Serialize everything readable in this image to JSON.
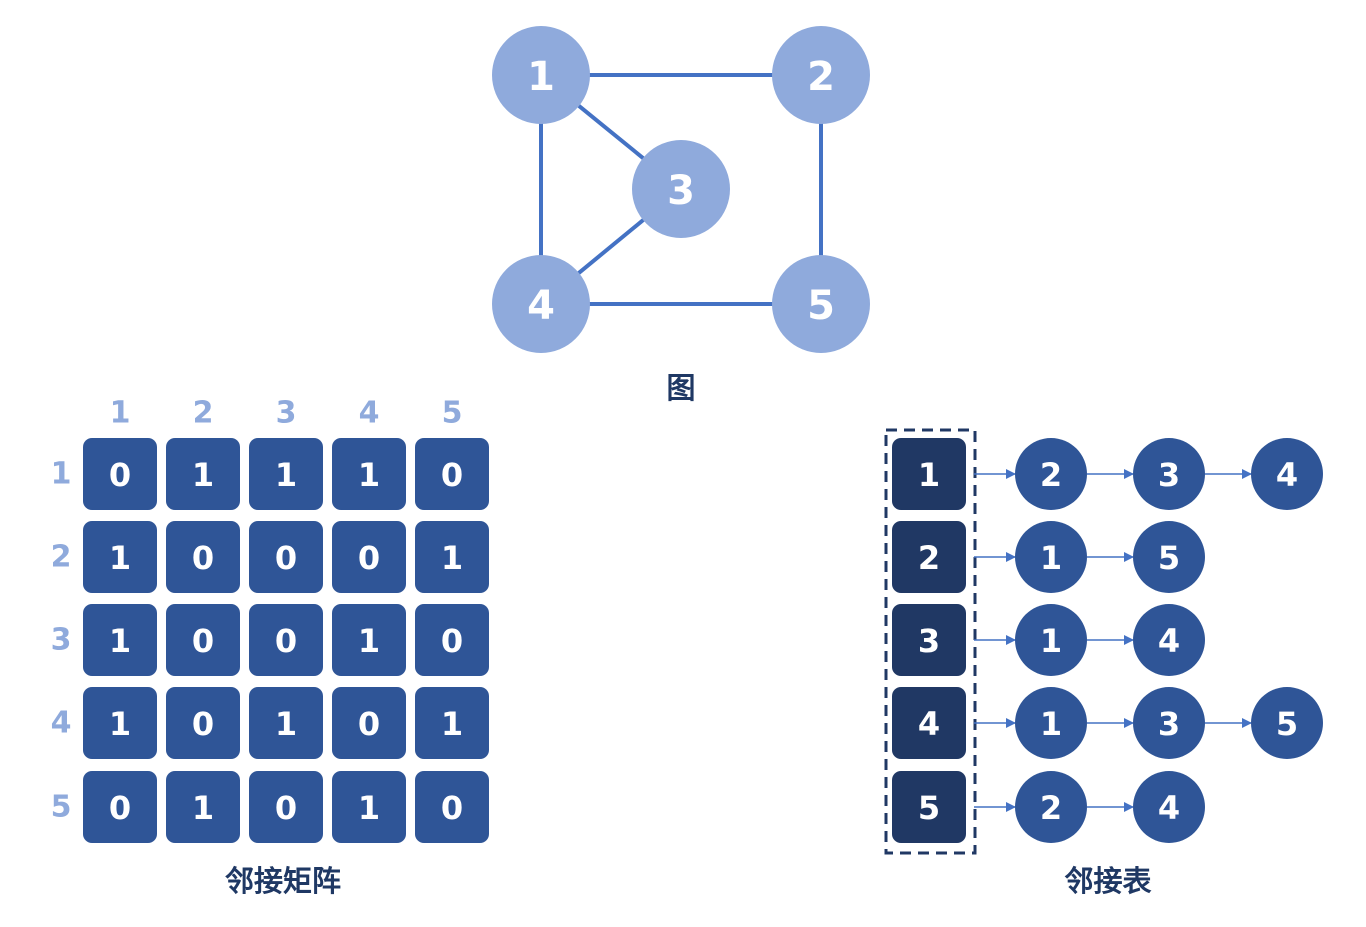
{
  "graph": {
    "caption": "图",
    "nodes": [
      "1",
      "2",
      "3",
      "4",
      "5"
    ],
    "edges": [
      [
        "1",
        "2"
      ],
      [
        "1",
        "3"
      ],
      [
        "1",
        "4"
      ],
      [
        "2",
        "5"
      ],
      [
        "3",
        "4"
      ],
      [
        "4",
        "5"
      ]
    ],
    "colors": {
      "node": "#8faadc",
      "edge": "#4472c4"
    }
  },
  "matrix": {
    "caption": "邻接矩阵",
    "column_labels": [
      "1",
      "2",
      "3",
      "4",
      "5"
    ],
    "row_labels": [
      "1",
      "2",
      "3",
      "4",
      "5"
    ],
    "rows": [
      [
        "0",
        "1",
        "1",
        "1",
        "0"
      ],
      [
        "1",
        "0",
        "0",
        "0",
        "1"
      ],
      [
        "1",
        "0",
        "0",
        "1",
        "0"
      ],
      [
        "1",
        "0",
        "1",
        "0",
        "1"
      ],
      [
        "0",
        "1",
        "0",
        "1",
        "0"
      ]
    ],
    "colors": {
      "cell": "#2f5597",
      "label": "#8faadc"
    }
  },
  "adjacency_list": {
    "caption": "邻接表",
    "lists": [
      {
        "head": "1",
        "neighbors": [
          "2",
          "3",
          "4"
        ]
      },
      {
        "head": "2",
        "neighbors": [
          "1",
          "5"
        ]
      },
      {
        "head": "3",
        "neighbors": [
          "1",
          "4"
        ]
      },
      {
        "head": "4",
        "neighbors": [
          "1",
          "3",
          "5"
        ]
      },
      {
        "head": "5",
        "neighbors": [
          "2",
          "4"
        ]
      }
    ],
    "colors": {
      "head": "#203864",
      "node": "#2f5597",
      "arrow": "#4472c4"
    }
  }
}
